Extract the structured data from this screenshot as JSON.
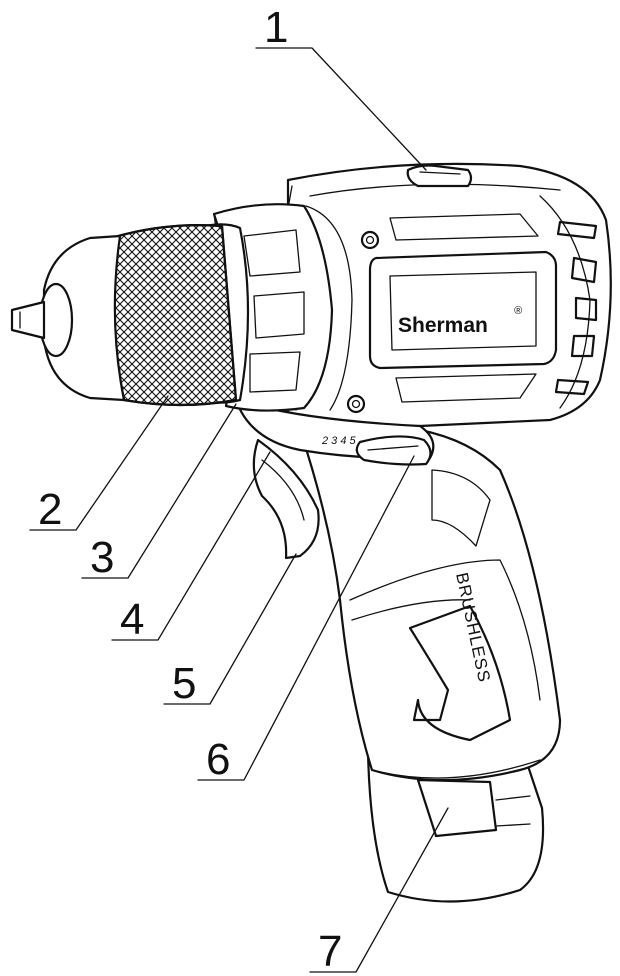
{
  "brand_label": "Sherman",
  "brand_mark": "®",
  "grip_label": "BRUSHLESS",
  "speed_marks": "2 3 4 5",
  "callouts": [
    {
      "id": "1",
      "label": "1"
    },
    {
      "id": "2",
      "label": "2"
    },
    {
      "id": "3",
      "label": "3"
    },
    {
      "id": "4",
      "label": "4"
    },
    {
      "id": "5",
      "label": "5"
    },
    {
      "id": "6",
      "label": "6"
    },
    {
      "id": "7",
      "label": "7"
    }
  ]
}
